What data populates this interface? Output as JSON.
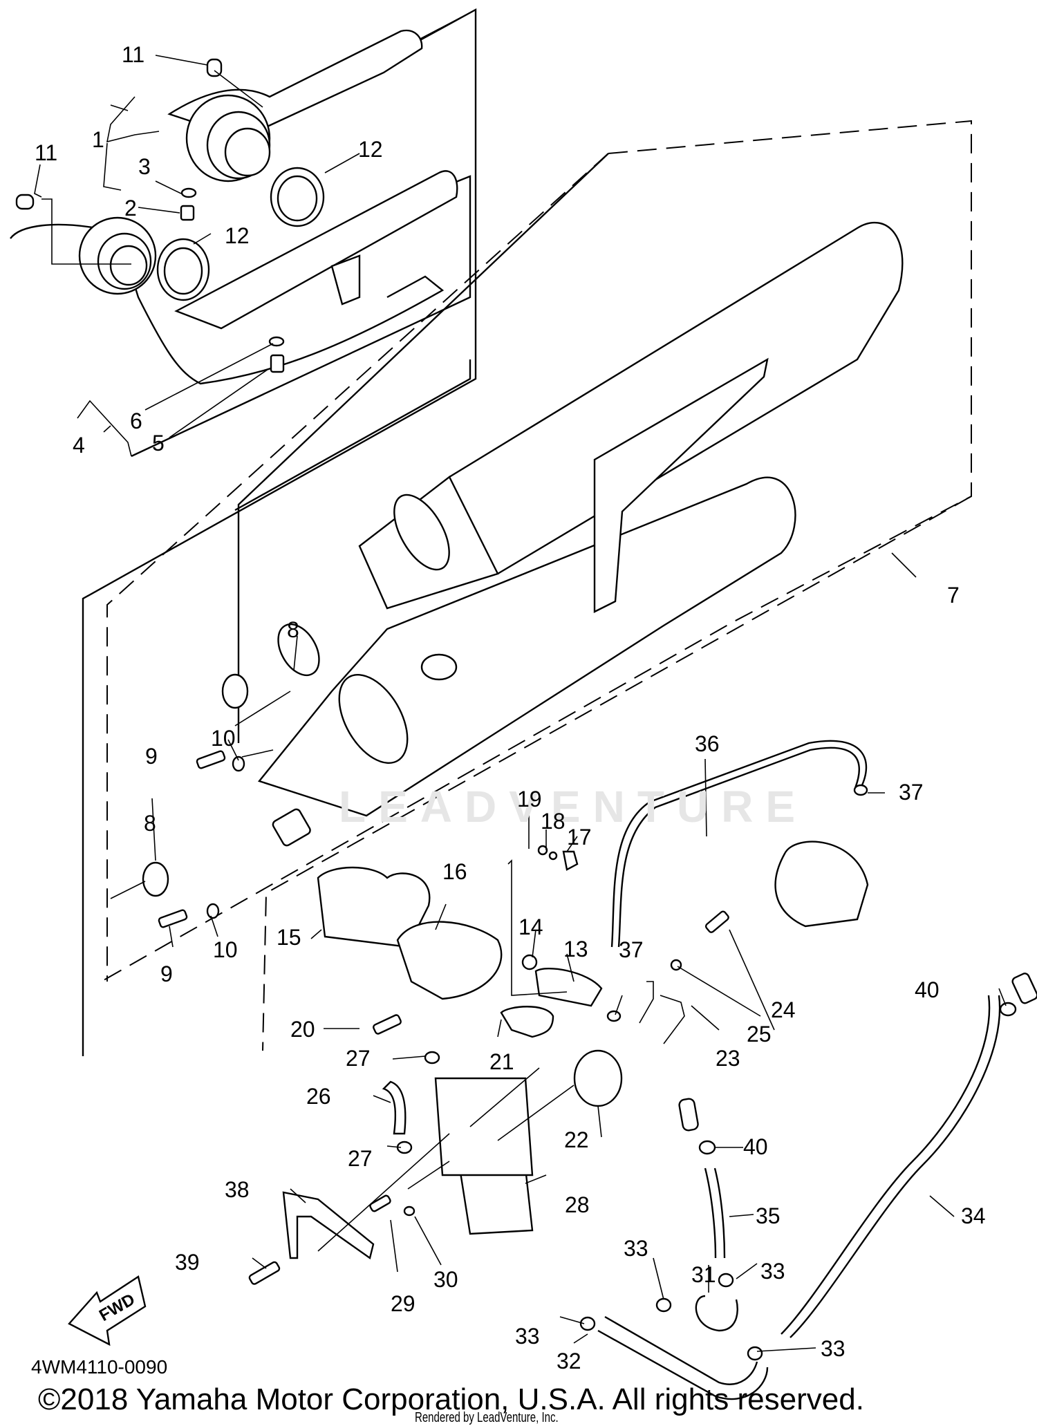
{
  "diagram": {
    "title": "Exhaust system exploded parts diagram",
    "diagram_code": "4WM4110-0090",
    "copyright": "©2018 Yamaha Motor Corporation, U.S.A. All rights reserved.",
    "rendered_by": "Rendered by LeadVenture, Inc.",
    "watermark": "LEADVENTURE",
    "direction_label": "FWD",
    "callouts": [
      {
        "id": "c11a",
        "num": "11"
      },
      {
        "id": "c1",
        "num": "1"
      },
      {
        "id": "c3",
        "num": "3"
      },
      {
        "id": "c2",
        "num": "2"
      },
      {
        "id": "c11b",
        "num": "11"
      },
      {
        "id": "c12a",
        "num": "12"
      },
      {
        "id": "c12b",
        "num": "12"
      },
      {
        "id": "c6",
        "num": "6"
      },
      {
        "id": "c4",
        "num": "4"
      },
      {
        "id": "c5",
        "num": "5"
      },
      {
        "id": "c7",
        "num": "7"
      },
      {
        "id": "c8a",
        "num": "8"
      },
      {
        "id": "c10a",
        "num": "10"
      },
      {
        "id": "c9a",
        "num": "9"
      },
      {
        "id": "c8b",
        "num": "8"
      },
      {
        "id": "c9b",
        "num": "9"
      },
      {
        "id": "c10b",
        "num": "10"
      },
      {
        "id": "c36",
        "num": "36"
      },
      {
        "id": "c37a",
        "num": "37"
      },
      {
        "id": "c19",
        "num": "19"
      },
      {
        "id": "c18",
        "num": "18"
      },
      {
        "id": "c17",
        "num": "17"
      },
      {
        "id": "c16",
        "num": "16"
      },
      {
        "id": "c14",
        "num": "14"
      },
      {
        "id": "c13",
        "num": "13"
      },
      {
        "id": "c37b",
        "num": "37"
      },
      {
        "id": "c15",
        "num": "15"
      },
      {
        "id": "c24",
        "num": "24"
      },
      {
        "id": "c25",
        "num": "25"
      },
      {
        "id": "c40a",
        "num": "40"
      },
      {
        "id": "c20",
        "num": "20"
      },
      {
        "id": "c21",
        "num": "21"
      },
      {
        "id": "c23",
        "num": "23"
      },
      {
        "id": "c27a",
        "num": "27"
      },
      {
        "id": "c26",
        "num": "26"
      },
      {
        "id": "c22",
        "num": "22"
      },
      {
        "id": "c40b",
        "num": "40"
      },
      {
        "id": "c27b",
        "num": "27"
      },
      {
        "id": "c38",
        "num": "38"
      },
      {
        "id": "c28",
        "num": "28"
      },
      {
        "id": "c35",
        "num": "35"
      },
      {
        "id": "c34",
        "num": "34"
      },
      {
        "id": "c39",
        "num": "39"
      },
      {
        "id": "c33a",
        "num": "33"
      },
      {
        "id": "c33b",
        "num": "33"
      },
      {
        "id": "c31",
        "num": "31"
      },
      {
        "id": "c29",
        "num": "29"
      },
      {
        "id": "c30",
        "num": "30"
      },
      {
        "id": "c33c",
        "num": "33"
      },
      {
        "id": "c32",
        "num": "32"
      },
      {
        "id": "c33d",
        "num": "33"
      }
    ]
  }
}
